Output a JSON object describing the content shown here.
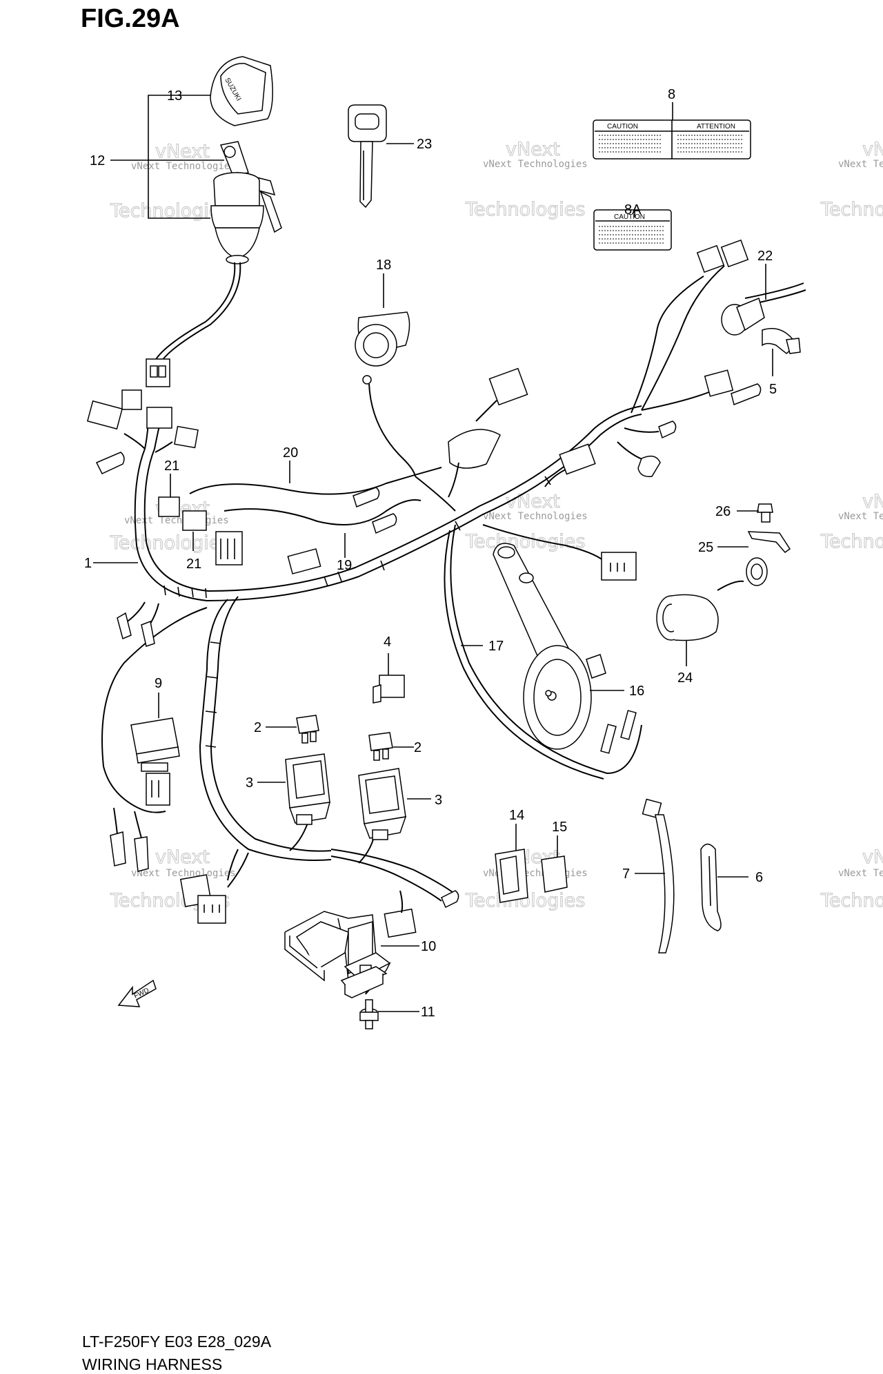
{
  "figure": {
    "title": "FIG.29A",
    "model_code": "LT-F250FY E03 E28_029A",
    "caption": "WIRING HARNESS"
  },
  "labels": {
    "l1": "1",
    "l2a": "2",
    "l2b": "2",
    "l3a": "3",
    "l3b": "3",
    "l4": "4",
    "l5": "5",
    "l6": "6",
    "l7": "7",
    "l8": "8",
    "l8a": "8A",
    "l9": "9",
    "l10": "10",
    "l11": "11",
    "l12": "12",
    "l13": "13",
    "l14": "14",
    "l15": "15",
    "l16": "16",
    "l17": "17",
    "l18": "18",
    "l19": "19",
    "l20": "20",
    "l21a": "21",
    "l21b": "21",
    "l22": "22",
    "l23": "23",
    "l24": "24",
    "l25": "25",
    "l26": "26"
  },
  "part_text": {
    "key_cap_brand": "SUZUKI",
    "label_8_left": "CAUTION",
    "label_8_right": "ATTENTION",
    "label_8a": "CAUTION",
    "fwd_arrow": "FWD"
  },
  "watermark": {
    "line1": "vNext",
    "line2": "vNext Technologies",
    "line3": "Technologies"
  }
}
